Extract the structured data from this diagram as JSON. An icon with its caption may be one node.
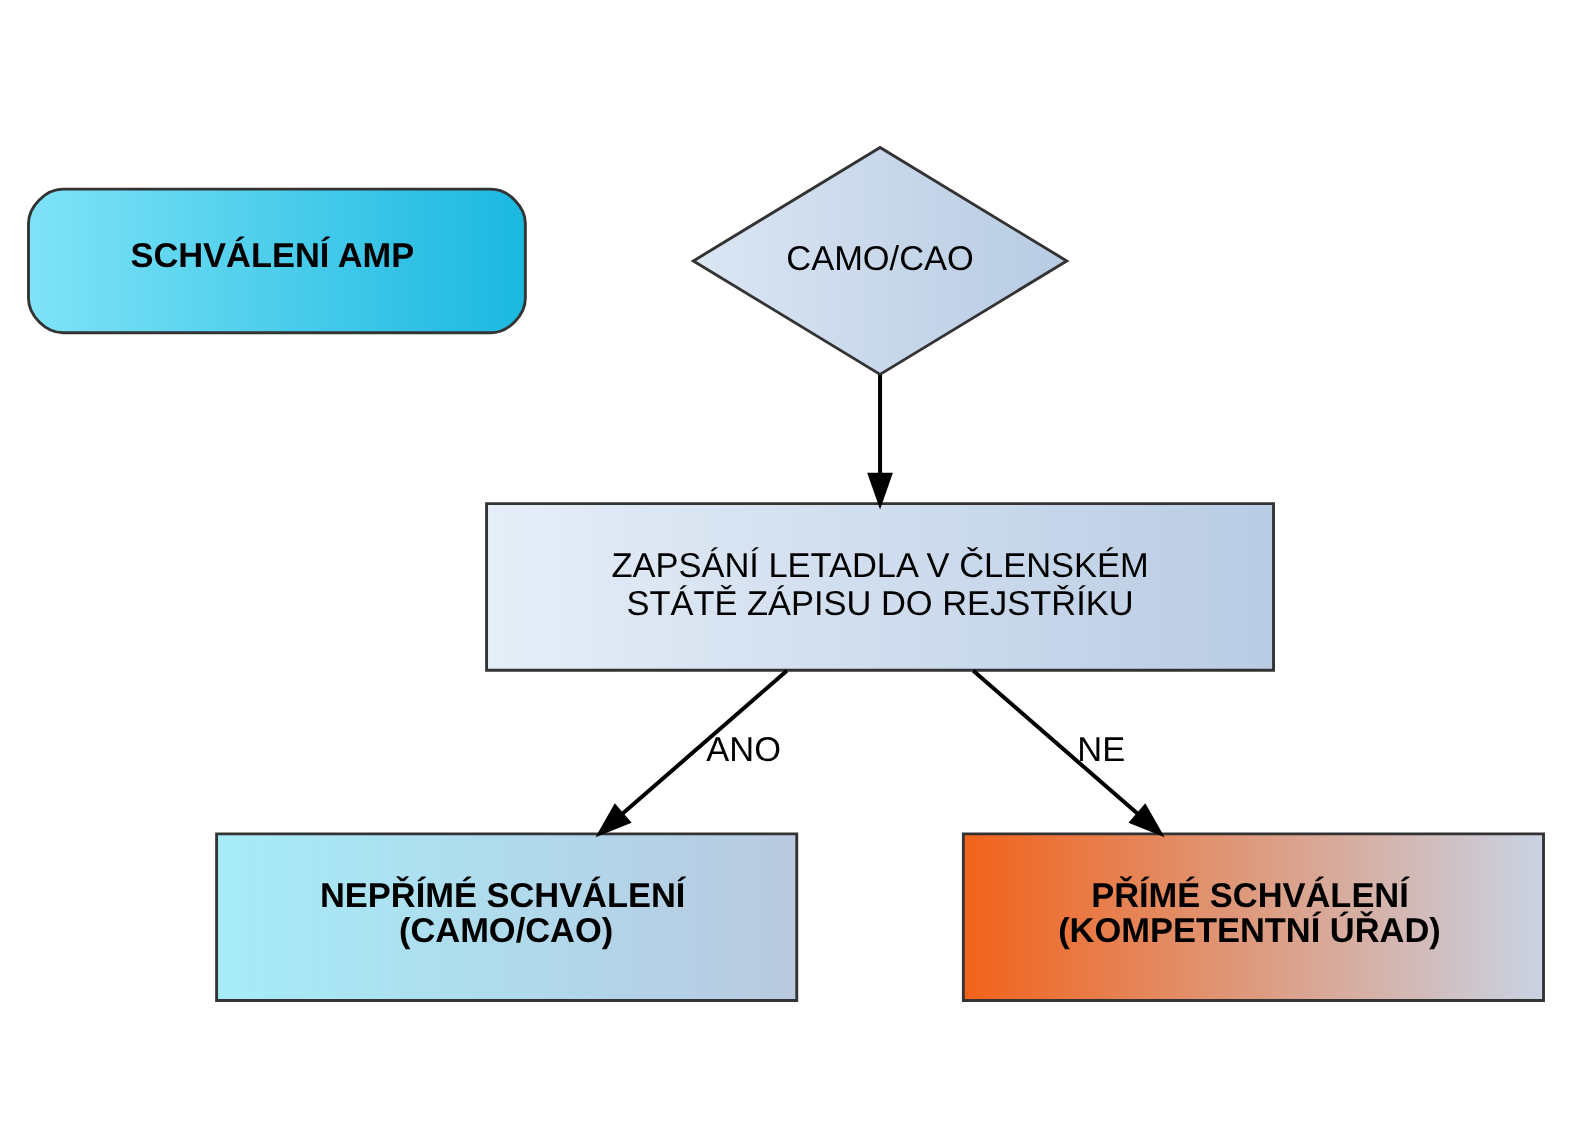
{
  "diagram": {
    "nodes": [
      {
        "text": [
          "SCHVÁLENÍ AMP"
        ]
      },
      {
        "text": [
          "CAMO/CAO"
        ]
      },
      {
        "text": [
          "ZAPSÁNÍ LETADLA V ČLENSKÉM STÁTĚ ZÁPISU DO REJSTŘÍKU"
        ]
      },
      {
        "text": [
          "NEPŘÍMÉ SCHVÁLENÍ (CAMO/CAO)"
        ]
      },
      {
        "text": [
          "PŘÍMÉ SCHVÁLENÍ (KOMPETENTNÍ ÚŘAD)"
        ]
      }
    ],
    "edges": [
      {
        "from": 1,
        "to": 2,
        "arrow": "to"
      },
      {
        "from": 2,
        "to": 3,
        "arrow": "to",
        "label": "ANO"
      },
      {
        "from": 2,
        "to": 4,
        "arrow": "to",
        "label": "NE"
      }
    ]
  }
}
